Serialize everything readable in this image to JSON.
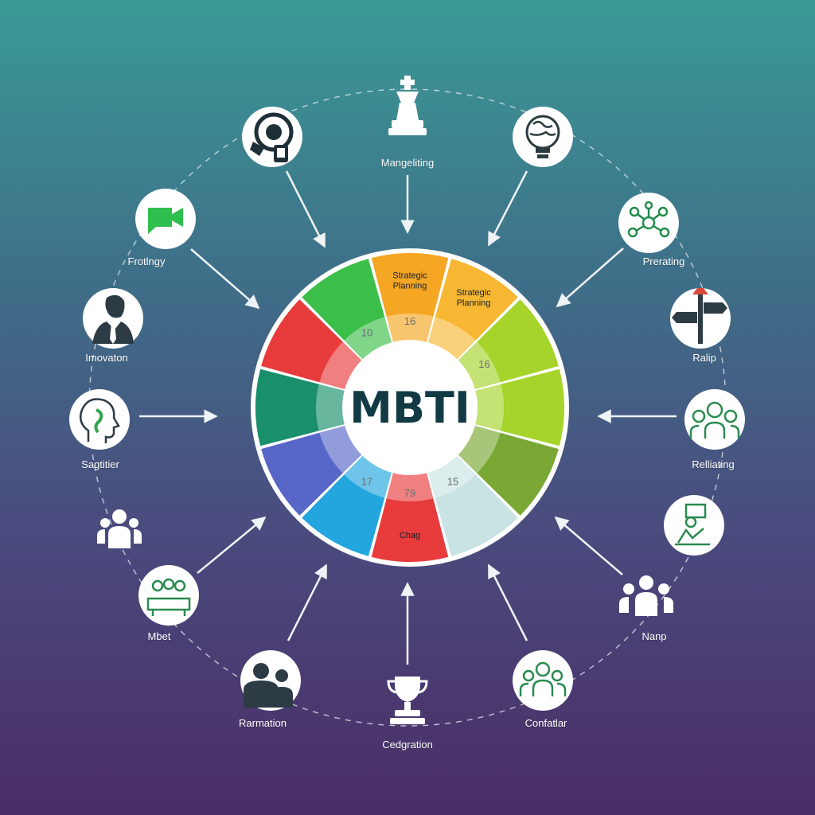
{
  "diagram": {
    "center_title": "MBTI",
    "wheel_colors": {
      "red": "#e83b3b",
      "orange": "#f5a623",
      "amber": "#f7b733",
      "green": "#3cbf4a",
      "lime": "#a6d42a",
      "olive": "#7aa834",
      "teal": "#1a8f6c",
      "indigo": "#5866c8",
      "sky": "#23a6de",
      "pale_blue": "#c9e3e4"
    },
    "segments": [
      {
        "label": "Strategic\nPlanning",
        "number": "16"
      },
      {
        "label": "Strategic\nPlanning",
        "number": ""
      },
      {
        "label": "",
        "number": "16"
      },
      {
        "label": "",
        "number": ""
      },
      {
        "label": "",
        "number": ""
      },
      {
        "label": "",
        "number": "15"
      },
      {
        "label": "Chag",
        "number": "79"
      },
      {
        "label": "",
        "number": "17"
      },
      {
        "label": "",
        "number": ""
      },
      {
        "label": "",
        "number": ""
      },
      {
        "label": "",
        "number": ""
      },
      {
        "label": "",
        "number": "10"
      }
    ],
    "nodes": [
      {
        "label": "Mangeliting",
        "icon": "chess-king-icon"
      },
      {
        "label": "",
        "icon": "lightbulb-globe-icon"
      },
      {
        "label": "Prerating",
        "icon": "network-icon"
      },
      {
        "label": "Ralip",
        "icon": "signpost-icon"
      },
      {
        "label": "Relliating",
        "icon": "team-icon"
      },
      {
        "label": "",
        "icon": "presentation-icon"
      },
      {
        "label": "Nanp",
        "icon": "group-icon"
      },
      {
        "label": "Confatlar",
        "icon": "people-circle-icon"
      },
      {
        "label": "Cedgration",
        "icon": "trophy-icon"
      },
      {
        "label": "Rarmation",
        "icon": "silhouettes-icon"
      },
      {
        "label": "Mbet",
        "icon": "meeting-icon"
      },
      {
        "label": "",
        "icon": "people-icon"
      },
      {
        "label": "Sagtitier",
        "icon": "head-profile-icon"
      },
      {
        "label": "Imovaton",
        "icon": "businessman-icon"
      },
      {
        "label": "Frotlngy",
        "icon": "video-chat-icon"
      },
      {
        "label": "",
        "icon": "search-hand-icon"
      }
    ]
  }
}
